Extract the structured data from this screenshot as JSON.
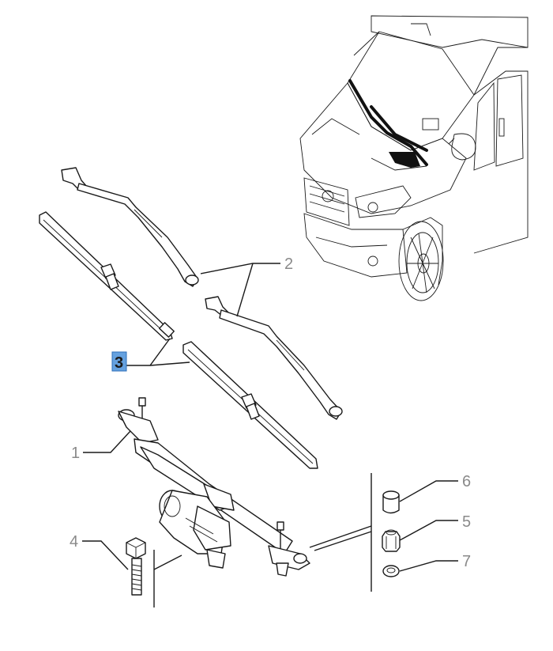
{
  "diagram": {
    "callouts": {
      "part_1": "1",
      "part_2": "2",
      "part_3": "3",
      "part_4": "4",
      "part_5": "5",
      "part_6": "6",
      "part_7": "7"
    },
    "highlighted_callout": "3",
    "colors": {
      "highlight_fill": "#4a90d9",
      "callout_gray": "#8a8a8a",
      "line": "#1a1a1a"
    }
  }
}
